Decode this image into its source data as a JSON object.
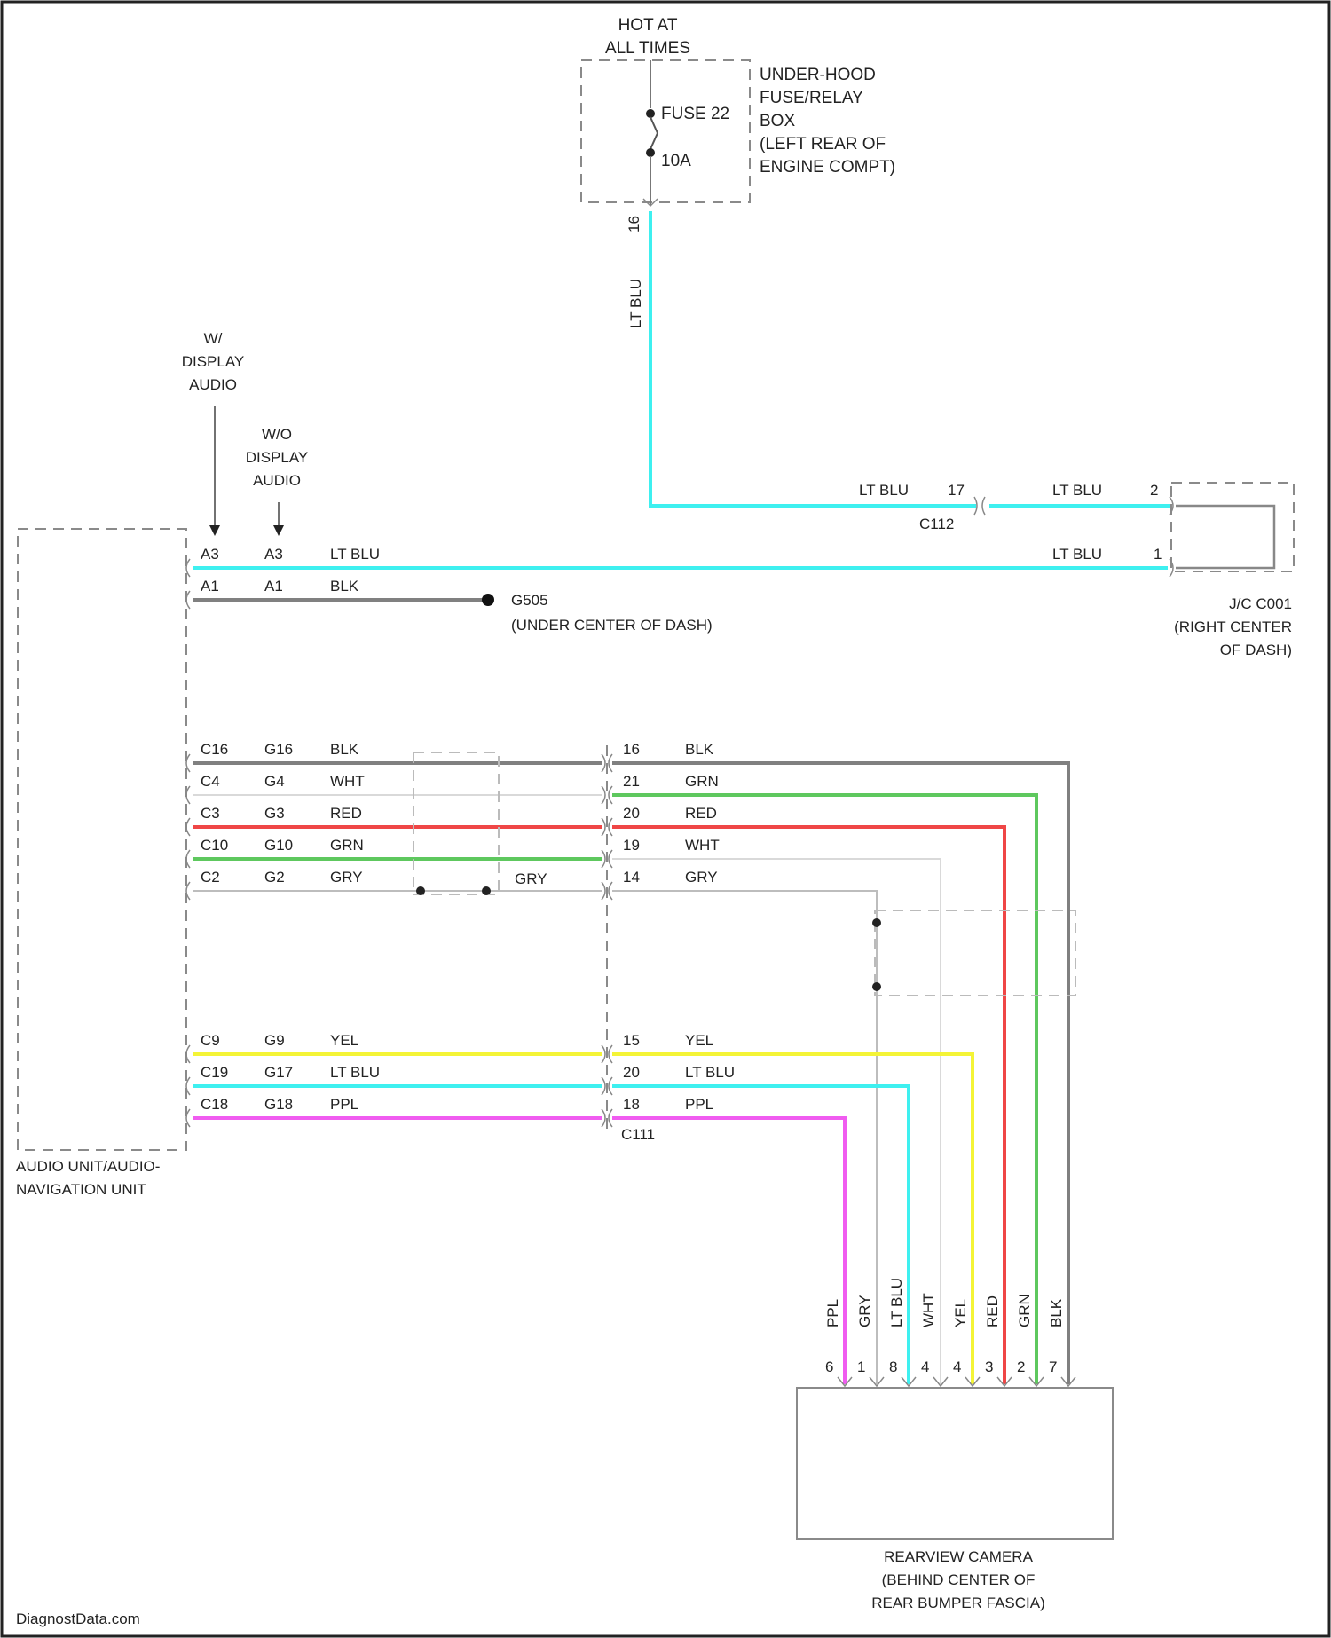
{
  "colors": {
    "ltblu": "#3ef0f0",
    "blk": "#808080",
    "wht": "#d9d9d9",
    "red": "#ef4646",
    "grn": "#5ec85e",
    "gry": "#bdbdbd",
    "yel": "#f4f436",
    "ppl": "#f05cf0",
    "outline": "#8a8a8a"
  },
  "power": {
    "hot_line1": "HOT AT",
    "hot_line2": "ALL TIMES",
    "fuse_label": "FUSE 22",
    "fuse_amp": "10A",
    "box_line1": "UNDER-HOOD",
    "box_line2": "FUSE/RELAY",
    "box_line3": "BOX",
    "box_line4": "(LEFT REAR OF",
    "box_line5": "ENGINE COMPT)",
    "pin": "16",
    "wire": "LT BLU"
  },
  "inputs": {
    "w_line1": "W/",
    "w_line2": "DISPLAY",
    "w_line3": "AUDIO",
    "wo_line1": "W/O",
    "wo_line2": "DISPLAY",
    "wo_line3": "AUDIO"
  },
  "top_wires": {
    "a3_w": "A3",
    "a3_wo": "A3",
    "a3_color": "LT BLU",
    "a1_w": "A1",
    "a1_wo": "A1",
    "a1_color": "BLK",
    "ground_id": "G505",
    "ground_loc": "(UNDER CENTER OF DASH)",
    "c112_wire_in": "LT BLU",
    "c112_pin": "17",
    "c112_label": "C112",
    "jc_wire_top": "LT BLU",
    "jc_pin_top": "2",
    "jc_wire_bottom": "LT BLU",
    "jc_pin_bottom": "1",
    "jc_line1": "J/C C001",
    "jc_line2": "(RIGHT CENTER",
    "jc_line3": "OF DASH)"
  },
  "wires": [
    {
      "pin_w": "C16",
      "pin_wo": "G16",
      "color": "BLK",
      "c111_pin": "16",
      "right_color": "BLK"
    },
    {
      "pin_w": "C4",
      "pin_wo": "G4",
      "color": "WHT",
      "c111_pin": "21",
      "right_color": "GRN"
    },
    {
      "pin_w": "C3",
      "pin_wo": "G3",
      "color": "RED",
      "c111_pin": "20",
      "right_color": "RED"
    },
    {
      "pin_w": "C10",
      "pin_wo": "G10",
      "color": "GRN",
      "c111_pin": "19",
      "right_color": "WHT"
    },
    {
      "pin_w": "C2",
      "pin_wo": "G2",
      "color": "GRY",
      "c111_pin": "14",
      "right_color": "GRY"
    },
    {
      "pin_w": "C9",
      "pin_wo": "G9",
      "color": "YEL",
      "c111_pin": "15",
      "right_color": "YEL"
    },
    {
      "pin_w": "C19",
      "pin_wo": "G17",
      "color": "LT BLU",
      "c111_pin": "20",
      "right_color": "LT BLU"
    },
    {
      "pin_w": "C18",
      "pin_wo": "G18",
      "color": "PPL",
      "c111_pin": "18",
      "right_color": "PPL"
    }
  ],
  "mid_gry": "GRY",
  "c111_label": "C111",
  "audio_unit_line1": "AUDIO UNIT/AUDIO-",
  "audio_unit_line2": "NAVIGATION UNIT",
  "camera": {
    "wire_labels": [
      "PPL",
      "GRY",
      "LT BLU",
      "WHT",
      "YEL",
      "RED",
      "GRN",
      "BLK"
    ],
    "pins": [
      "6",
      "1",
      "8",
      "4",
      "4",
      "3",
      "2",
      "7"
    ],
    "line1": "REARVIEW CAMERA",
    "line2": "(BEHIND CENTER OF",
    "line3": "REAR BUMPER FASCIA)"
  },
  "footer": "DiagnostData.com"
}
